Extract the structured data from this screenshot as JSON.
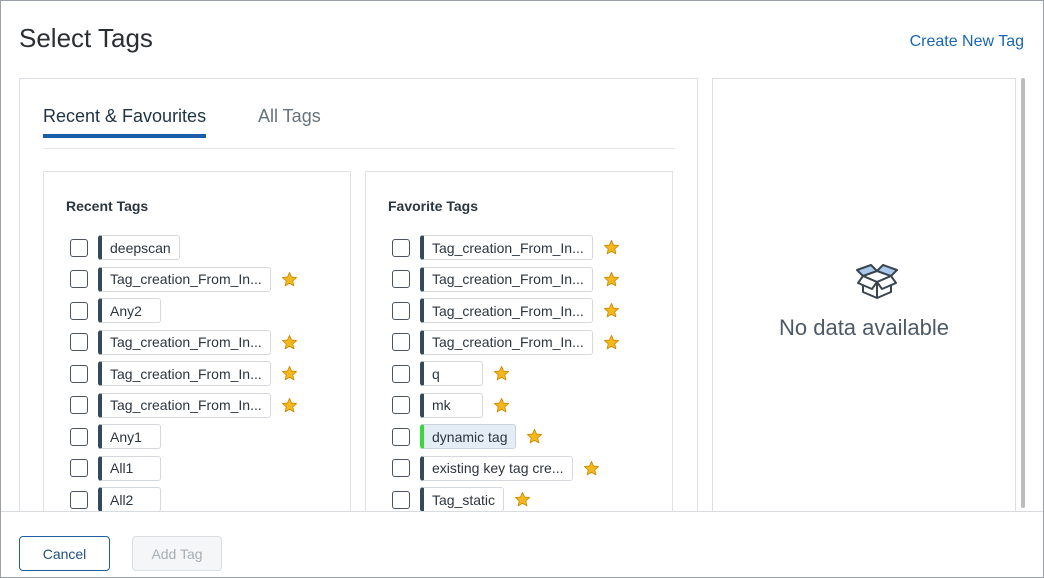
{
  "dialog": {
    "title": "Select Tags",
    "create_link": "Create New Tag"
  },
  "tabs": [
    {
      "label": "Recent & Favourites",
      "active": true
    },
    {
      "label": "All Tags",
      "active": false
    }
  ],
  "recent": {
    "title": "Recent Tags",
    "items": [
      {
        "label": "deepscan",
        "favorite": false,
        "checked": false
      },
      {
        "label": "Tag_creation_From_In...",
        "favorite": true,
        "checked": false
      },
      {
        "label": "Any2",
        "favorite": false,
        "checked": false
      },
      {
        "label": "Tag_creation_From_In...",
        "favorite": true,
        "checked": false
      },
      {
        "label": "Tag_creation_From_In...",
        "favorite": true,
        "checked": false
      },
      {
        "label": "Tag_creation_From_In...",
        "favorite": true,
        "checked": false
      },
      {
        "label": "Any1",
        "favorite": false,
        "checked": false
      },
      {
        "label": "All1",
        "favorite": false,
        "checked": false
      },
      {
        "label": "All2",
        "favorite": false,
        "checked": false
      }
    ]
  },
  "favorites": {
    "title": "Favorite Tags",
    "items": [
      {
        "label": "Tag_creation_From_In...",
        "favorite": true,
        "checked": false
      },
      {
        "label": "Tag_creation_From_In...",
        "favorite": true,
        "checked": false
      },
      {
        "label": "Tag_creation_From_In...",
        "favorite": true,
        "checked": false
      },
      {
        "label": "Tag_creation_From_In...",
        "favorite": true,
        "checked": false
      },
      {
        "label": "q",
        "favorite": true,
        "checked": false
      },
      {
        "label": "mk",
        "favorite": true,
        "checked": false
      },
      {
        "label": "dynamic tag",
        "favorite": true,
        "checked": false,
        "dynamic": true
      },
      {
        "label": "existing key tag cre...",
        "favorite": true,
        "checked": false
      },
      {
        "label": "Tag_static",
        "favorite": true,
        "checked": false
      }
    ]
  },
  "details": {
    "empty_text": "No data available",
    "empty_icon": "open-box-icon"
  },
  "footer": {
    "cancel_label": "Cancel",
    "add_label": "Add Tag",
    "add_disabled": true
  },
  "colors": {
    "accent": "#1a5ea8",
    "star": "#f5b81c",
    "dynamic_marker": "#3ed63e",
    "tag_marker": "#34495a"
  }
}
